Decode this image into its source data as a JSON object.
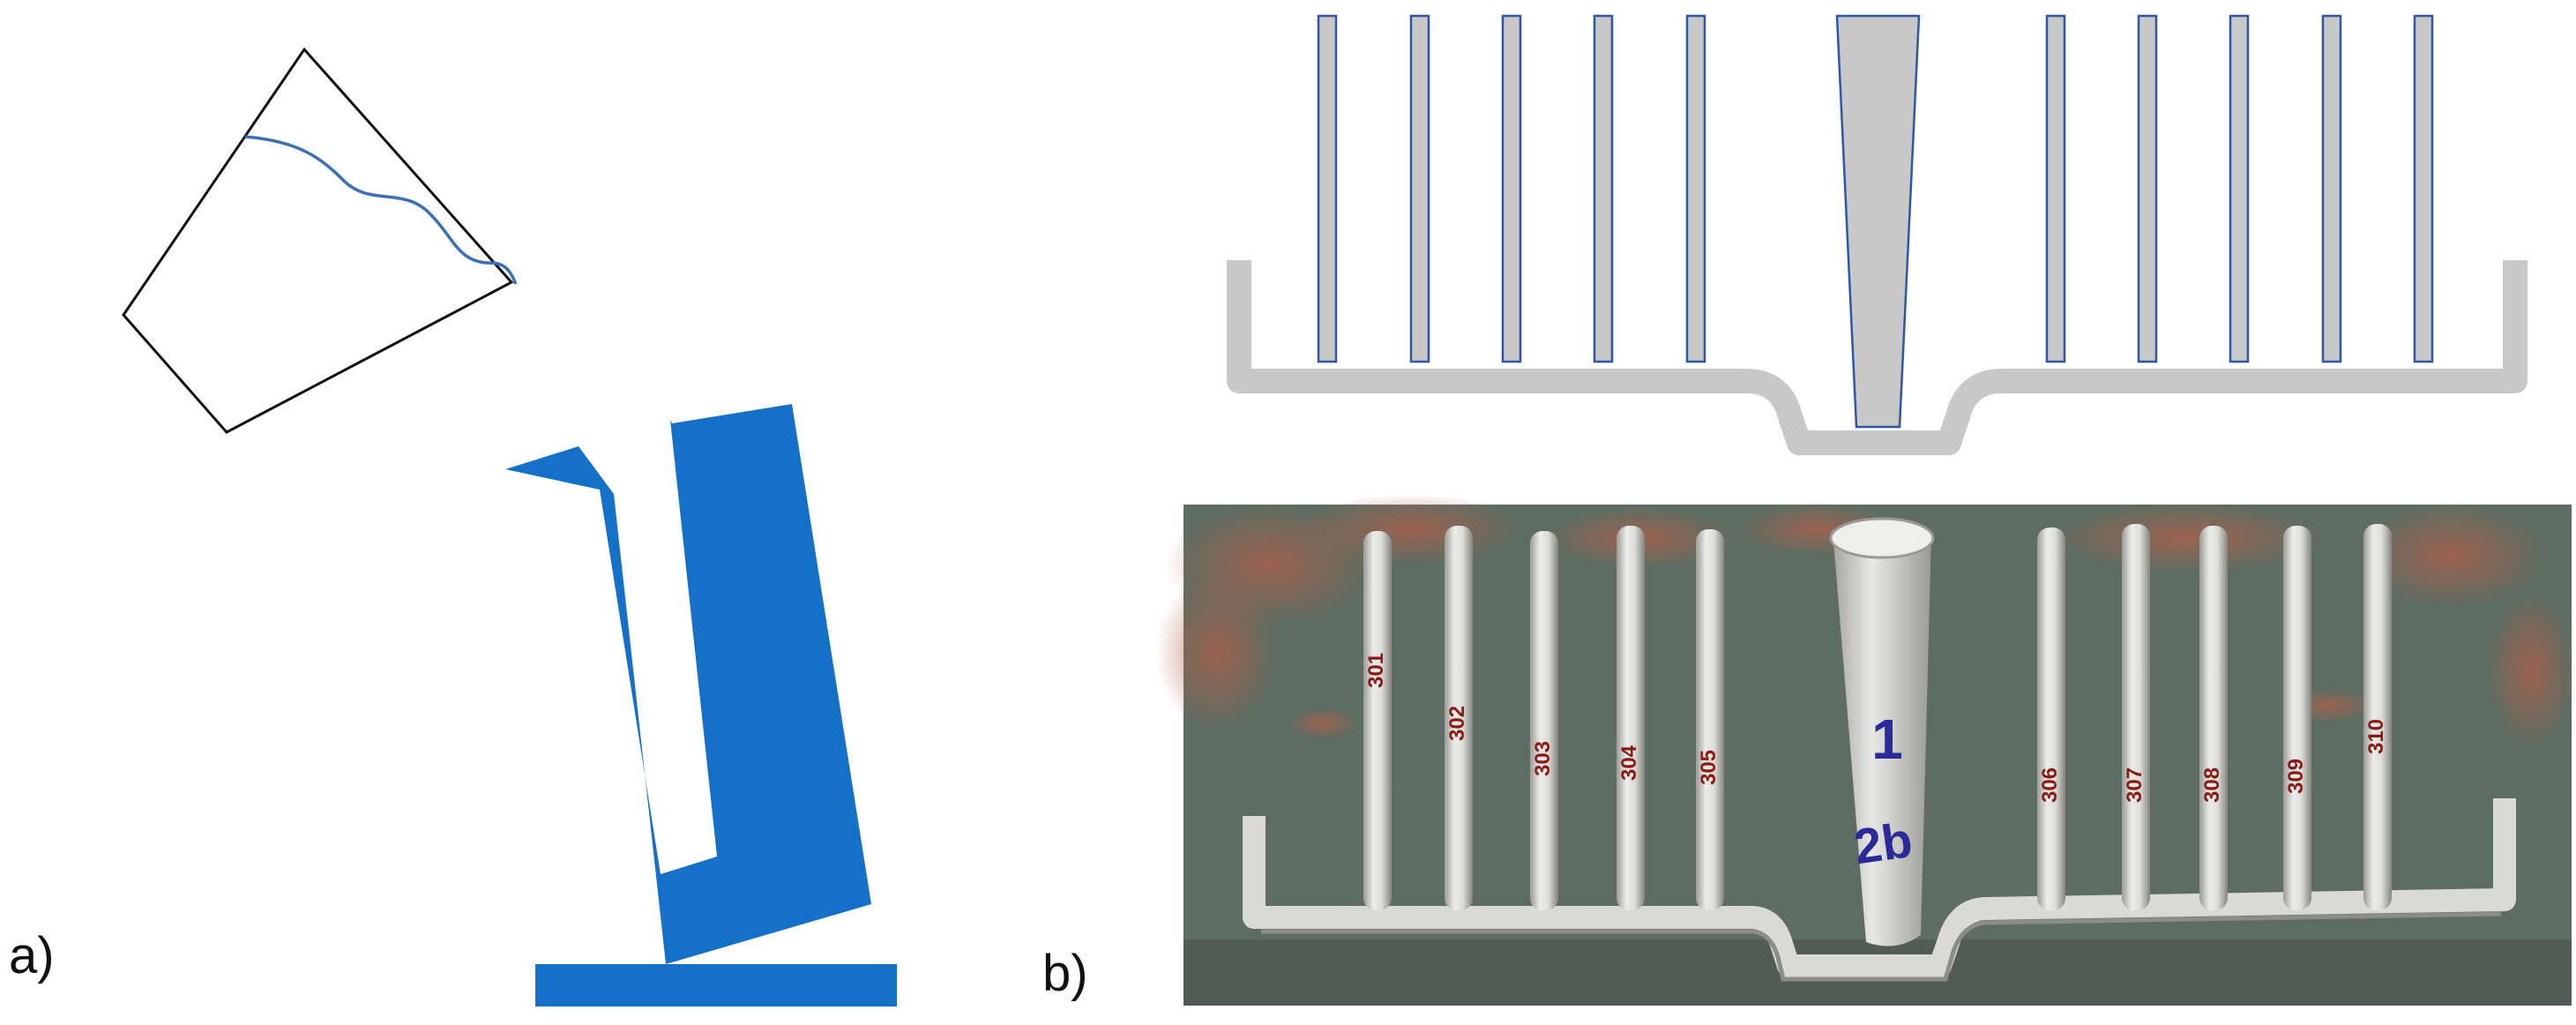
{
  "panels": {
    "a": {
      "label": "a)"
    },
    "b": {
      "label": "b)"
    }
  },
  "photo": {
    "rod_numbers": [
      "301",
      "302",
      "303",
      "304",
      "305",
      "306",
      "307",
      "308",
      "309",
      "310"
    ],
    "sprue_marking": [
      "1",
      "2b"
    ]
  },
  "colors": {
    "blue_fill": "#1570c8",
    "curve_blue": "#3b6fb6",
    "mold_gray": "#c8c8c8",
    "rod_outline": "#2e57a8",
    "sand_bg": "#5d6d63",
    "rust": "#b0604a",
    "metal": "#d9d9d6",
    "marker_red": "#8a1a14",
    "marker_blue": "#2a2a9a"
  }
}
